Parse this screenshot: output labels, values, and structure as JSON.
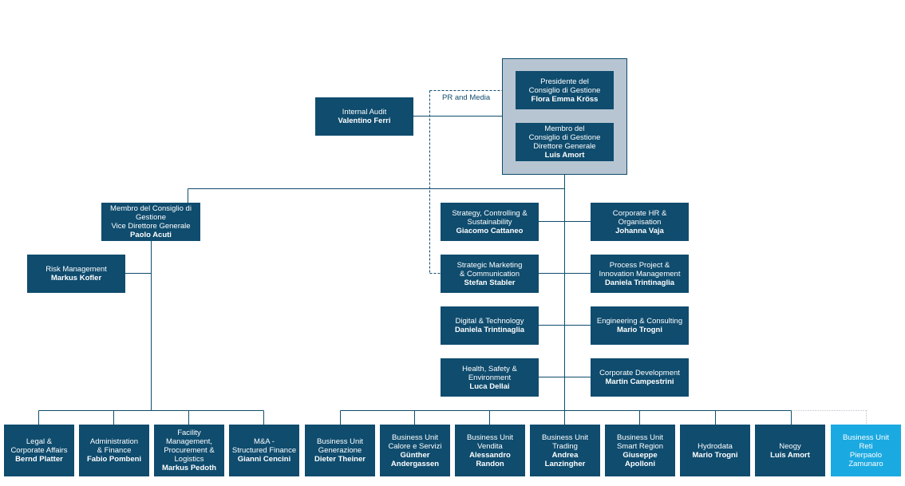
{
  "colors": {
    "box": "#0f4c6e",
    "highlight": "#1ba9e1",
    "group_fill": "#b6c5d1",
    "line": "#0f4c6e"
  },
  "dotted_label": "PR and Media",
  "top": {
    "president": {
      "title": "Presidente del\nConsiglio di Gestione",
      "name": "Flora Emma Kröss"
    },
    "ceo": {
      "title": "Membro del\nConsiglio di Gestione\nDirettore Generale",
      "name": "Luis Amort"
    }
  },
  "internal_audit": {
    "title": "Internal Audit",
    "name": "Valentino Ferri"
  },
  "vice": {
    "title": "Membro del Consiglio di\nGestione\nVice Direttore Generale",
    "name": "Paolo Acuti"
  },
  "risk": {
    "title": "Risk Management",
    "name": "Markus Kofler"
  },
  "staff_left": [
    {
      "title": "Strategy, Controlling &\nSustainability",
      "name": "Giacomo Cattaneo"
    },
    {
      "title": "Strategic Marketing\n& Communication",
      "name": "Stefan Stabler"
    },
    {
      "title": "Digital & Technology",
      "name": "Daniela Trintinaglia"
    },
    {
      "title": "Health, Safety &\nEnvironment",
      "name": "Luca Dellai"
    }
  ],
  "staff_right": [
    {
      "title": "Corporate HR &\nOrganisation",
      "name": "Johanna Vaja"
    },
    {
      "title": "Process Project &\nInnovation Management",
      "name": "Daniela Trintinaglia"
    },
    {
      "title": "Engineering & Consulting",
      "name": "Mario Trogni"
    },
    {
      "title": "Corporate Development",
      "name": "Martin Campestrini"
    }
  ],
  "bottom_left": [
    {
      "title": "Legal &\nCorporate Affairs",
      "name": "Bernd Platter"
    },
    {
      "title": "Administration\n& Finance",
      "name": "Fabio Pombeni"
    },
    {
      "title": "Facility\nManagement,\nProcurement &\nLogistics",
      "name": "Markus Pedoth"
    },
    {
      "title": "M&A -\nStructured Finance",
      "name": "Gianni Cencini"
    }
  ],
  "bottom_right": [
    {
      "title": "Business Unit\nGenerazione",
      "name": "Dieter Theiner"
    },
    {
      "title": "Business Unit\nCalore e Servizi",
      "name": "Günther\nAndergassen"
    },
    {
      "title": "Business Unit\nVendita",
      "name": "Alessandro\nRandon"
    },
    {
      "title": "Business Unit\nTrading",
      "name": "Andrea\nLanzingher"
    },
    {
      "title": "Business Unit\nSmart Region",
      "name": "Giuseppe Apolloni"
    },
    {
      "title": "Hydrodata",
      "name": "Mario Trogni"
    },
    {
      "title": "Neogy",
      "name": "Luis Amort"
    },
    {
      "title": "Business Unit\nReti",
      "name": "Pierpaolo\nZamunaro"
    }
  ]
}
